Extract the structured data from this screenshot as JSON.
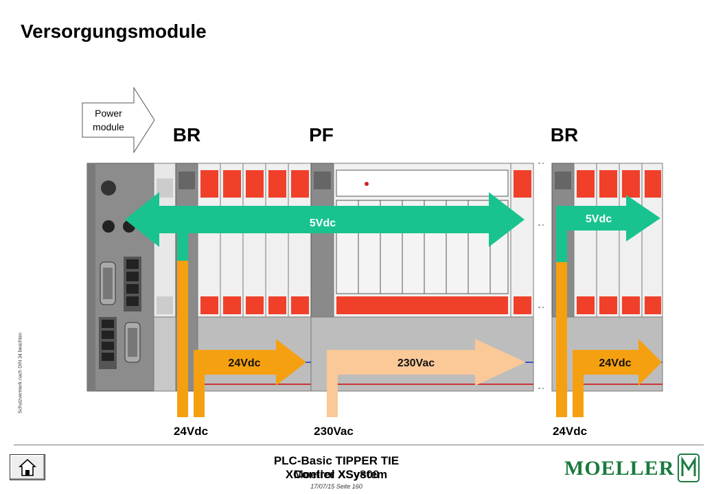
{
  "title": "Versorgungsmodule",
  "callout": {
    "line1": "Power",
    "line2": "module"
  },
  "groups": {
    "left": "BR",
    "middle": "PF",
    "right": "BR"
  },
  "arrows": {
    "v5_main": "5Vdc",
    "v5_right": "5Vdc",
    "v24_left": "24Vdc",
    "v230": "230Vac",
    "v24_right": "24Vdc"
  },
  "supply_labels": {
    "left": "24Vdc",
    "middle": "230Vac",
    "right": "24Vdc"
  },
  "side_note": "Schutzvermerk nach DIN 34 beachten",
  "footer": {
    "line1": "PLC-Basic TIPPER TIE",
    "line2": "XControl XSystem",
    "line2_overlay": "Moeller XSy800",
    "date_page": "17/07/15 Seite 160"
  },
  "logo": {
    "text": "MOELLER"
  },
  "colors": {
    "green": "#19c38f",
    "orange": "#f5a010",
    "peach": "#fbc898",
    "module_red": "#f0402a",
    "cpu_gray": "#8c8c8c"
  }
}
